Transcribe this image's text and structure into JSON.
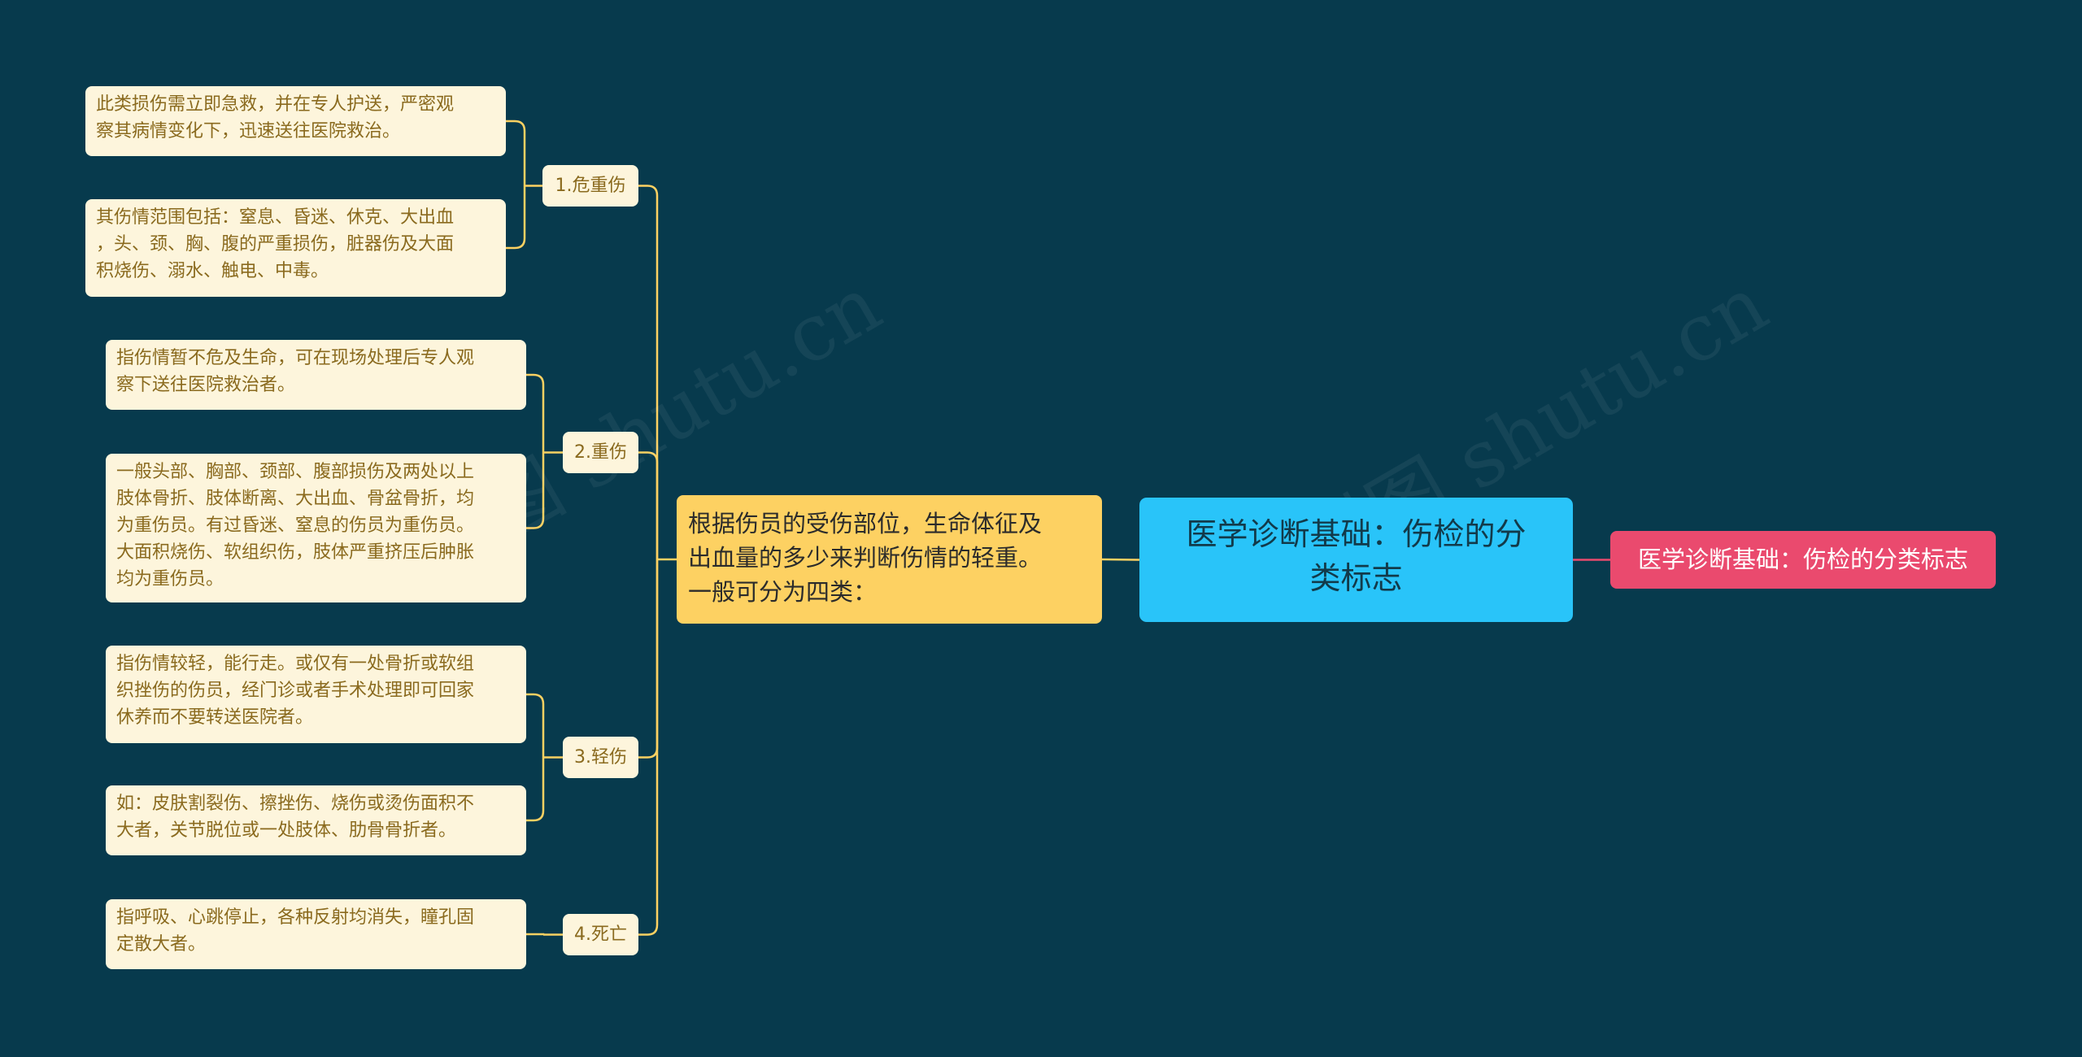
{
  "colors": {
    "background": "#073a4d",
    "link_yellow": "#fdd162",
    "link_pink": "#ea4a6e",
    "root_fill": "#29c4f9",
    "desc_fill": "#fdd162",
    "leaf_fill": "#fdf5dc",
    "tag_fill": "#ea4a6e"
  },
  "root": {
    "label": "医学诊断基础：伤检的分\n类标志"
  },
  "tag": {
    "label": "医学诊断基础：伤检的分类标志"
  },
  "description": {
    "label": "根据伤员的受伤部位，生命体征及\n出血量的多少来判断伤情的轻重。\n一般可分为四类："
  },
  "categories": [
    {
      "label": "1.危重伤",
      "leaves": [
        "此类损伤需立即急救，并在专人护送，严密观\n察其病情变化下，迅速送往医院救治。",
        "其伤情范围包括：窒息、昏迷、休克、大出血\n，头、颈、胸、腹的严重损伤，脏器伤及大面\n积烧伤、溺水、触电、中毒。"
      ]
    },
    {
      "label": "2.重伤",
      "leaves": [
        "指伤情暂不危及生命，可在现场处理后专人观\n察下送往医院救治者。",
        "一般头部、胸部、颈部、腹部损伤及两处以上\n肢体骨折、肢体断离、大出血、骨盆骨折，均\n为重伤员。有过昏迷、窒息的伤员为重伤员。\n大面积烧伤、软组织伤，肢体严重挤压后肿胀\n均为重伤员。"
      ]
    },
    {
      "label": "3.轻伤",
      "leaves": [
        "指伤情较轻，能行走。或仅有一处骨折或软组\n织挫伤的伤员，经门诊或者手术处理即可回家\n休养而不要转送医院者。",
        "如：皮肤割裂伤、擦挫伤、烧伤或烫伤面积不\n大者，关节脱位或一处肢体、肋骨骨折者。"
      ]
    },
    {
      "label": "4.死亡",
      "leaves": [
        "指呼吸、心跳停止，各种反射均消失，瞳孔固\n定散大者。"
      ]
    }
  ],
  "watermark": {
    "text": "树图 shutu.cn"
  }
}
